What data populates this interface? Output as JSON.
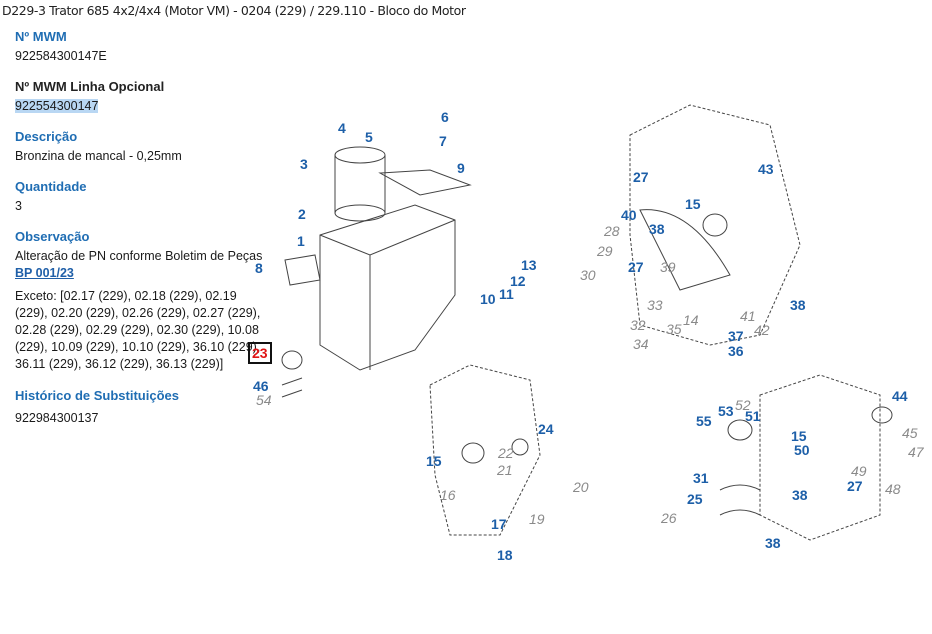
{
  "breadcrumb": "D229-3 Trator 685 4x2/4x4 (Motor VM) - 0204 (229)  /  229.110 - Bloco do Motor",
  "details": {
    "mwm_label": "Nº MWM",
    "mwm_value": "922584300147E",
    "optional_label": "Nº MWM Linha Opcional",
    "optional_value": "922554300147",
    "description_label": "Descrição",
    "description_value": "Bronzina de mancal - 0,25mm",
    "quantity_label": "Quantidade",
    "quantity_value": "3",
    "observation_label": "Observação",
    "observation_text": "Alteração de PN conforme Boletim de Peças ",
    "observation_link": "BP 001/23",
    "exceptions": "Exceto: [02.17 (229), 02.18 (229), 02.19 (229), 02.20 (229), 02.26 (229), 02.27 (229), 02.28 (229), 02.29 (229), 02.30 (229), 10.08 (229), 10.09 (229), 10.10 (229), 36.10 (229), 36.11 (229), 36.12 (229), 36.13 (229)]",
    "history_label": "Histórico de Substituições",
    "history_value": "922984300137"
  },
  "diagram": {
    "selected": "23",
    "callouts": [
      {
        "n": "1"
      },
      {
        "n": "2"
      },
      {
        "n": "3"
      },
      {
        "n": "4"
      },
      {
        "n": "5"
      },
      {
        "n": "6"
      },
      {
        "n": "7"
      },
      {
        "n": "8"
      },
      {
        "n": "9"
      },
      {
        "n": "10"
      },
      {
        "n": "11"
      },
      {
        "n": "12"
      },
      {
        "n": "13"
      },
      {
        "n": "23"
      },
      {
        "n": "46"
      },
      {
        "n": "54"
      },
      {
        "n": "27"
      },
      {
        "n": "43"
      },
      {
        "n": "15"
      },
      {
        "n": "40"
      },
      {
        "n": "38"
      },
      {
        "n": "28"
      },
      {
        "n": "29"
      },
      {
        "n": "27"
      },
      {
        "n": "30"
      },
      {
        "n": "39"
      },
      {
        "n": "33"
      },
      {
        "n": "32"
      },
      {
        "n": "35"
      },
      {
        "n": "14"
      },
      {
        "n": "34"
      },
      {
        "n": "37"
      },
      {
        "n": "36"
      },
      {
        "n": "41"
      },
      {
        "n": "42"
      },
      {
        "n": "38"
      },
      {
        "n": "24"
      },
      {
        "n": "15"
      },
      {
        "n": "22"
      },
      {
        "n": "21"
      },
      {
        "n": "16"
      },
      {
        "n": "20"
      },
      {
        "n": "19"
      },
      {
        "n": "17"
      },
      {
        "n": "18"
      },
      {
        "n": "44"
      },
      {
        "n": "55"
      },
      {
        "n": "53"
      },
      {
        "n": "52"
      },
      {
        "n": "51"
      },
      {
        "n": "15"
      },
      {
        "n": "50"
      },
      {
        "n": "45"
      },
      {
        "n": "47"
      },
      {
        "n": "49"
      },
      {
        "n": "31"
      },
      {
        "n": "25"
      },
      {
        "n": "26"
      },
      {
        "n": "38"
      },
      {
        "n": "27"
      },
      {
        "n": "48"
      },
      {
        "n": "38"
      }
    ]
  }
}
